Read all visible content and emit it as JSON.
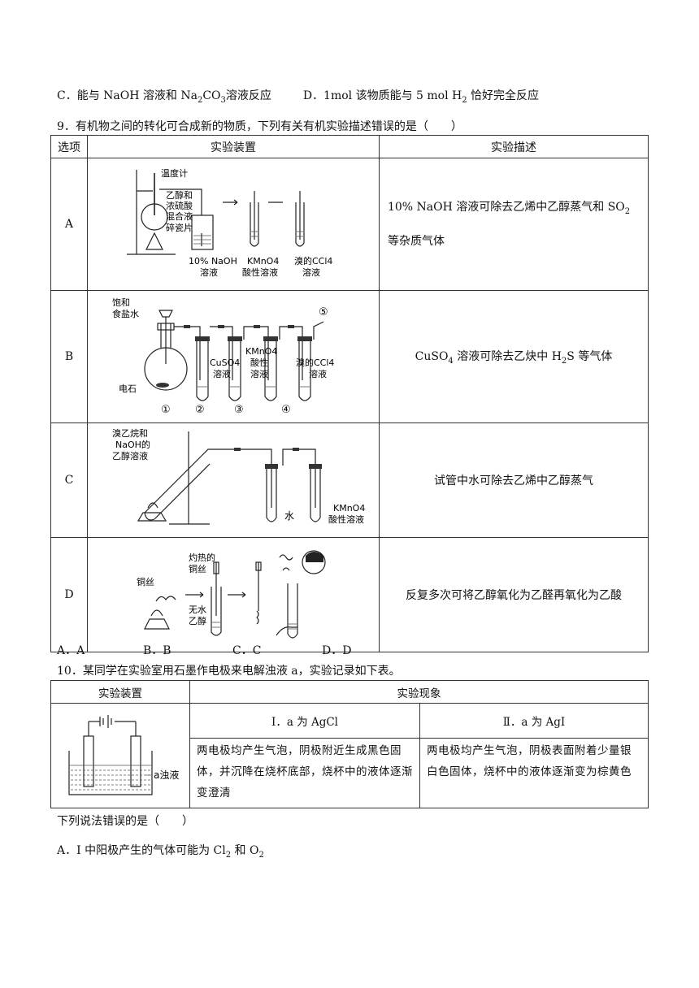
{
  "q8_options": {
    "C_a": "C．能与 NaOH 溶液和 Na",
    "C_sub": "2",
    "C_b": "CO",
    "C_sub2": "3",
    "C_c": "溶液反应",
    "D_a": "D．1mol 该物质能与 5 mol H",
    "D_sub": "2",
    "D_b": " 恰好完全反应"
  },
  "q9": {
    "stem": "9．有机物之间的转化可合成新的物质，下列有关有机实验描述错误的是（　　）",
    "headers": [
      "选项",
      "实验装置",
      "实验描述"
    ],
    "rows": [
      {
        "option": "A",
        "desc_a": "10% NaOH 溶液可除去乙烯中乙醇蒸气和 SO",
        "desc_sub": "2",
        "desc_b": " 等杂质气体",
        "labels": [
          "温度计",
          "乙醇和",
          "浓硫酸",
          "混合液",
          "碎瓷片",
          "10% NaOH",
          "溶液",
          "KMnO4",
          "酸性溶液",
          "溴的CCl4",
          "溶液"
        ]
      },
      {
        "option": "B",
        "desc_a": "CuSO",
        "desc_sub": "4",
        "desc_b": " 溶液可除去乙炔中 H",
        "desc_sub2": "2",
        "desc_c": "S 等气体",
        "labels": [
          "饱和",
          "食盐水",
          "电石",
          "CuSO4",
          "溶液",
          "KMnO4",
          "酸性",
          "溶液",
          "溴的CCl4",
          "溶液",
          "①",
          "②",
          "③",
          "④",
          "⑤"
        ]
      },
      {
        "option": "C",
        "desc": "试管中水可除去乙烯中乙醇蒸气",
        "labels": [
          "溴乙烷和",
          "NaOH的",
          "乙醇溶液",
          "水",
          "KMnO4",
          "酸性溶液"
        ]
      },
      {
        "option": "D",
        "desc": "反复多次可将乙醇氧化为乙醛再氧化为乙酸",
        "labels": [
          "铜丝",
          "灼热的",
          "铜丝",
          "无水",
          "乙醇"
        ]
      }
    ],
    "choices": [
      "A．A",
      "B．B",
      "C．C",
      "D．D"
    ]
  },
  "q10": {
    "stem": "10．某同学在实验室用石墨作电极来电解浊液 a，实验记录如下表。",
    "header_device": "实验装置",
    "header_phenomenon": "实验现象",
    "case1_title": "Ⅰ．a 为 AgCl",
    "case2_title": "Ⅱ．a 为 AgI",
    "case1_text": "两电极均产生气泡，阴极附近生成黑色固体，并沉降在烧杯底部，烧杯中的液体逐渐变澄清",
    "case2_text": "两电极均产生气泡，阴极表面附着少量银白色固体，烧杯中的液体逐渐变为棕黄色",
    "device_label": "a浊液",
    "question": "下列说法错误的是（　　）",
    "option_A_a": "A．I 中阳极产生的气体可能为 Cl",
    "option_A_sub": "2",
    "option_A_b": " 和 O",
    "option_A_sub2": "2"
  }
}
